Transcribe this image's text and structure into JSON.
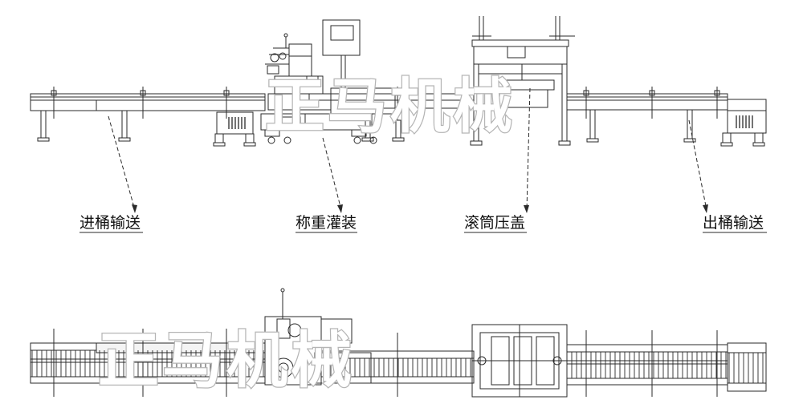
{
  "diagram": {
    "labels": {
      "infeed": "进桶输送",
      "weigh_fill": "称重灌装",
      "capping": "滚筒压盖",
      "outfeed": "出桶输送"
    },
    "watermark": "正马机械",
    "colors": {
      "line": "#2a2a2a",
      "watermark_stroke": "#b5b5b5"
    }
  }
}
